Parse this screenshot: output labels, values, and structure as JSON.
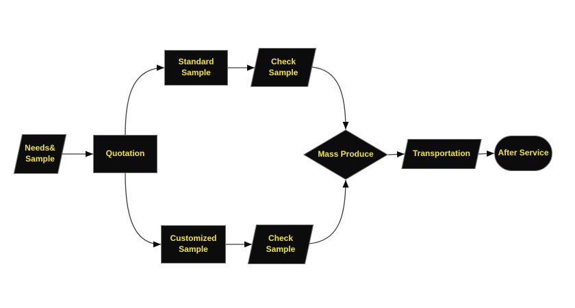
{
  "flowchart": {
    "colors": {
      "shape_fill": "#0c0c0c",
      "shape_border": "#7a7a7a",
      "shape_text": "#f0e23d",
      "connector_line": "#3a3a3a",
      "arrowhead": "#0a0a0a",
      "background": "#ffffff"
    },
    "nodes": {
      "needs_sample": {
        "label": "Needs&\nSample",
        "shape": "parallelogram"
      },
      "quotation": {
        "label": "Quotation",
        "shape": "rectangle"
      },
      "standard_sample": {
        "label": "Standard\nSample",
        "shape": "rectangle"
      },
      "check_sample_top": {
        "label": "Check\nSample",
        "shape": "parallelogram"
      },
      "customized_sample": {
        "label": "Customized\nSample",
        "shape": "rectangle"
      },
      "check_sample_bottom": {
        "label": "Check\nSample",
        "shape": "parallelogram"
      },
      "mass_produce": {
        "label": "Mass Produce",
        "shape": "diamond"
      },
      "transportation": {
        "label": "Transportation",
        "shape": "parallelogram"
      },
      "after_service": {
        "label": "After Service",
        "shape": "stadium"
      }
    },
    "edges": [
      {
        "from": "needs_sample",
        "to": "quotation"
      },
      {
        "from": "quotation",
        "to": "standard_sample"
      },
      {
        "from": "quotation",
        "to": "customized_sample"
      },
      {
        "from": "standard_sample",
        "to": "check_sample_top"
      },
      {
        "from": "customized_sample",
        "to": "check_sample_bottom"
      },
      {
        "from": "check_sample_top",
        "to": "mass_produce"
      },
      {
        "from": "check_sample_bottom",
        "to": "mass_produce"
      },
      {
        "from": "mass_produce",
        "to": "transportation"
      },
      {
        "from": "transportation",
        "to": "after_service"
      }
    ]
  }
}
